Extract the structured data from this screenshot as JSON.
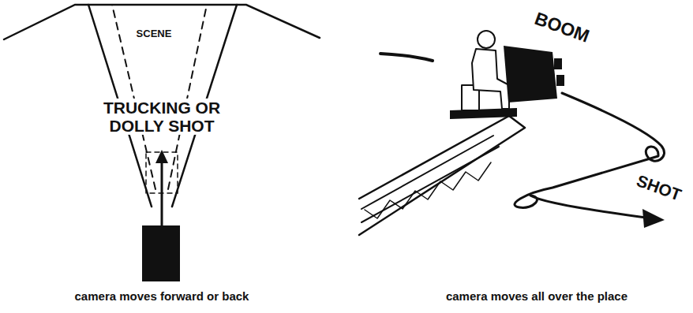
{
  "diagram": {
    "labels": [
      "SCENE",
      "TRUCKING OR DOLLY SHOT",
      "BOOM",
      "SHOT",
      "camera moves forward or back",
      "camera moves all over the place"
    ]
  }
}
